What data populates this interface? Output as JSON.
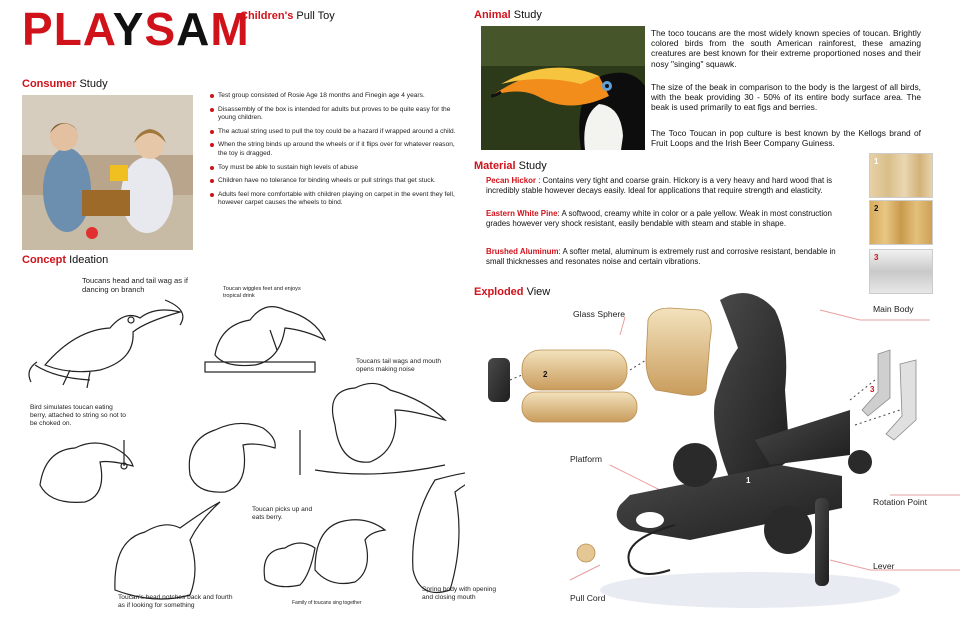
{
  "brand": {
    "logo": "PLAYSAM",
    "subtitle_accent": "Children's",
    "subtitle_rest": "Pull Toy"
  },
  "consumer": {
    "heading_accent": "Consumer",
    "heading_rest": "Study",
    "bullets": [
      "Test group consisted of Rosie Age 18 months and Finegin age 4 years.",
      "Disassembly of the box is intended for adults but proves to be quite easy for the young children.",
      "The actual string used to pull the toy could be a hazard if wrapped around a child.",
      "When the string binds up around the wheels or if it flips over for whatever reason, the toy is dragged.",
      "Toy must be able to sustain high levels of abuse",
      "Children have no tolerance for binding wheels or pull strings that get stuck.",
      "Adults feel more comfortable with children playing on carpet in the event they fell, however carpet causes the wheels to bind."
    ]
  },
  "concept": {
    "heading_accent": "Concept",
    "heading_rest": "Ideation",
    "captions": [
      "Toucans head and tail wag as if dancing on branch",
      "Toucan wiggles feet and enjoys tropical drink",
      "Toucans tail wags and mouth opens making noise",
      "Bird simulates toucan eating berry, attached to string so not to be choked on.",
      "Toucan picks up and eats berry.",
      "Spring body with opening and closing mouth",
      "Toucan's head notches back and fourth as if looking for something",
      "Family of toucans sing together"
    ]
  },
  "animal": {
    "heading_accent": "Animal",
    "heading_rest": "Study",
    "paragraphs": [
      "The toco toucans are the most widely known species of toucan. Brightly colored birds from the south American rainforest, these amazing creatures are best known for their extreme proportioned noses and their nosy \"singing\" squawk.",
      "The size of the beak in comparison to the body is the largest of all birds, with the beak providing 30 - 50% of its entire body surface area.  The beak is used primarily to eat figs and berries.",
      "The Toco Toucan in pop culture is best known by the Kellogs brand of Fruit Loops and the Irish Beer Company Guiness."
    ]
  },
  "material": {
    "heading_accent": "Material",
    "heading_rest": "Study",
    "items": [
      {
        "name": "Pecan Hickor",
        "sep": "  :  ",
        "text": "Contains very tight and coarse grain.  Hickory is a very heavy and hard wood that is incredibly stable however decays easily.  Ideal for applications that require strength and elasticity.",
        "swatch": "1"
      },
      {
        "name": "Eastern White Pine",
        "sep": ":  ",
        "text": "A softwood, creamy white in color or a pale yellow.  Weak in most construction grades however very shock resistant, easily bendable with steam and stable in shape.",
        "swatch": "2"
      },
      {
        "name": "Brushed Aluminum",
        "sep": ":  ",
        "text": "A softer metal, aluminum is extremely rust and corrosive resistant, bendable in small thicknesses and resonates noise and certain vibrations.",
        "swatch": "3"
      }
    ]
  },
  "exploded": {
    "heading_accent": "Exploded",
    "heading_rest": "View",
    "labels": {
      "glass_sphere": "Glass Sphere",
      "main_body": "Main Body",
      "platform": "Platform",
      "rotation_point": "Rotation Point",
      "lever": "Lever",
      "pull_cord": "Pull Cord"
    },
    "part_numbers": [
      "1",
      "2",
      "3"
    ]
  },
  "colors": {
    "accent": "#d0121b",
    "wood_light": "#e8cfa0",
    "wood_dark": "#c59a57",
    "body": "#2e2e2e"
  }
}
